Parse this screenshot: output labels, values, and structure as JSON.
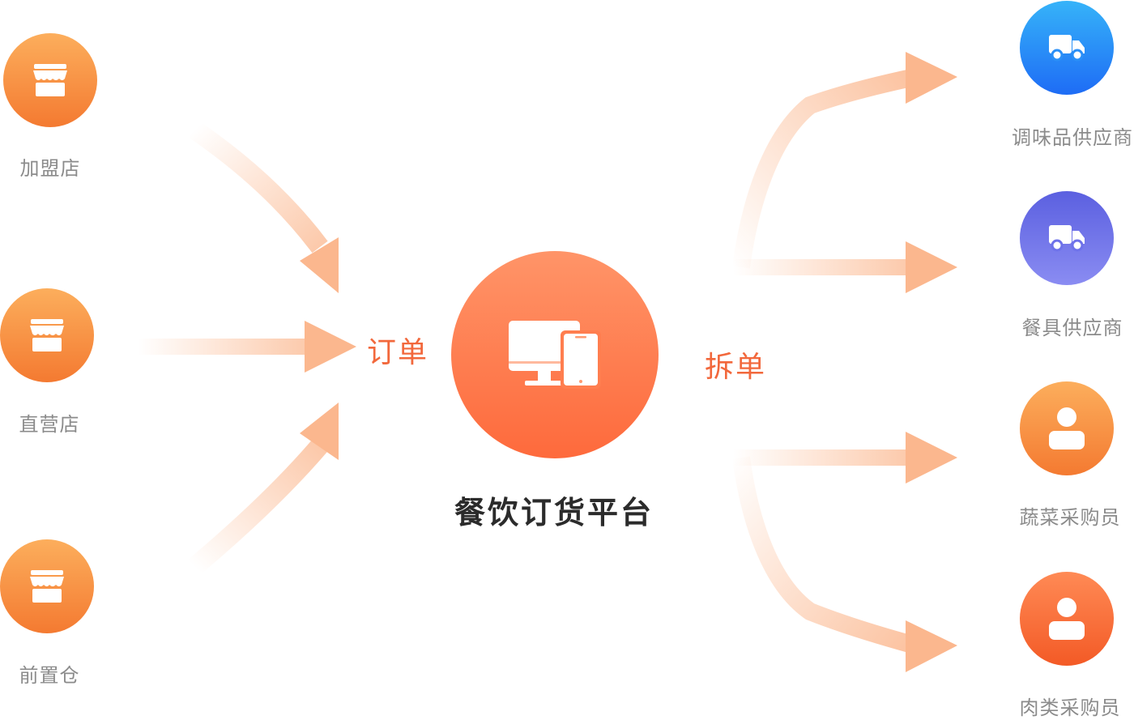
{
  "sources": [
    {
      "label": "加盟店",
      "icon": "storefront-icon"
    },
    {
      "label": "直营店",
      "icon": "storefront-icon"
    },
    {
      "label": "前置仓",
      "icon": "storefront-icon"
    }
  ],
  "center": {
    "title": "餐饮订货平台",
    "icon": "desktop-and-phone-icon",
    "incoming_label": "订单",
    "outgoing_label": "拆单"
  },
  "targets": [
    {
      "label": "调味品供应商",
      "icon": "delivery-truck-icon"
    },
    {
      "label": "餐具供应商",
      "icon": "delivery-truck-icon"
    },
    {
      "label": "蔬菜采购员",
      "icon": "user-person-icon"
    },
    {
      "label": "肉类采购员",
      "icon": "user-person-icon"
    }
  ],
  "colors": {
    "accent": "#f2683c",
    "arrow": "#fbb78e",
    "source_node": "#f89040",
    "center_node": "#fe7a4b",
    "target_blue": "#2a8ff7",
    "target_purple": "#6e72ea",
    "target_orange": "#f6903e",
    "target_red": "#f86a35"
  }
}
